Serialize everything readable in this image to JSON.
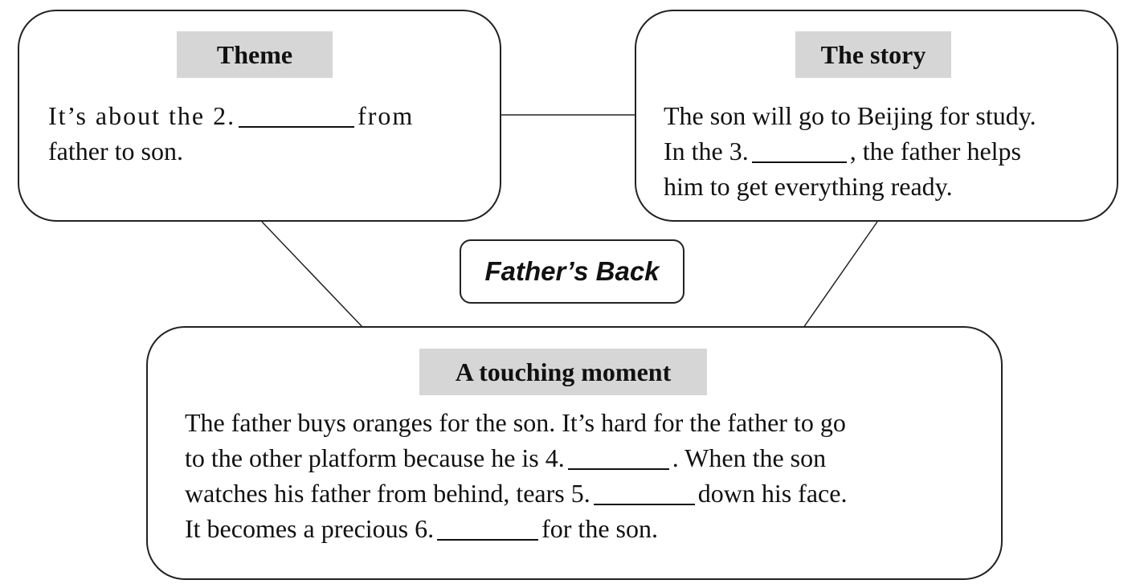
{
  "center": {
    "title": "Father’s Back"
  },
  "theme": {
    "label": "Theme",
    "line1_a": "It’s about the 2.",
    "line1_b": "from",
    "line2": "father to son."
  },
  "story": {
    "label": "The story",
    "line1": "The son will go to Beijing for study.",
    "line2_a": "In the 3.",
    "line2_b": ", the father helps",
    "line3": "him to get everything ready."
  },
  "moment": {
    "label": "A touching moment",
    "line1": "The father buys oranges for the son. It’s hard for the father to go",
    "line2_a": "to the other platform because he is 4.",
    "line2_b": ". When the son",
    "line3_a": "watches his father from behind, tears 5.",
    "line3_b": "down his face.",
    "line4_a": "It becomes a precious 6.",
    "line4_b": "for the son."
  },
  "colors": {
    "label_bg": "#d6d6d6",
    "border": "#222222"
  }
}
